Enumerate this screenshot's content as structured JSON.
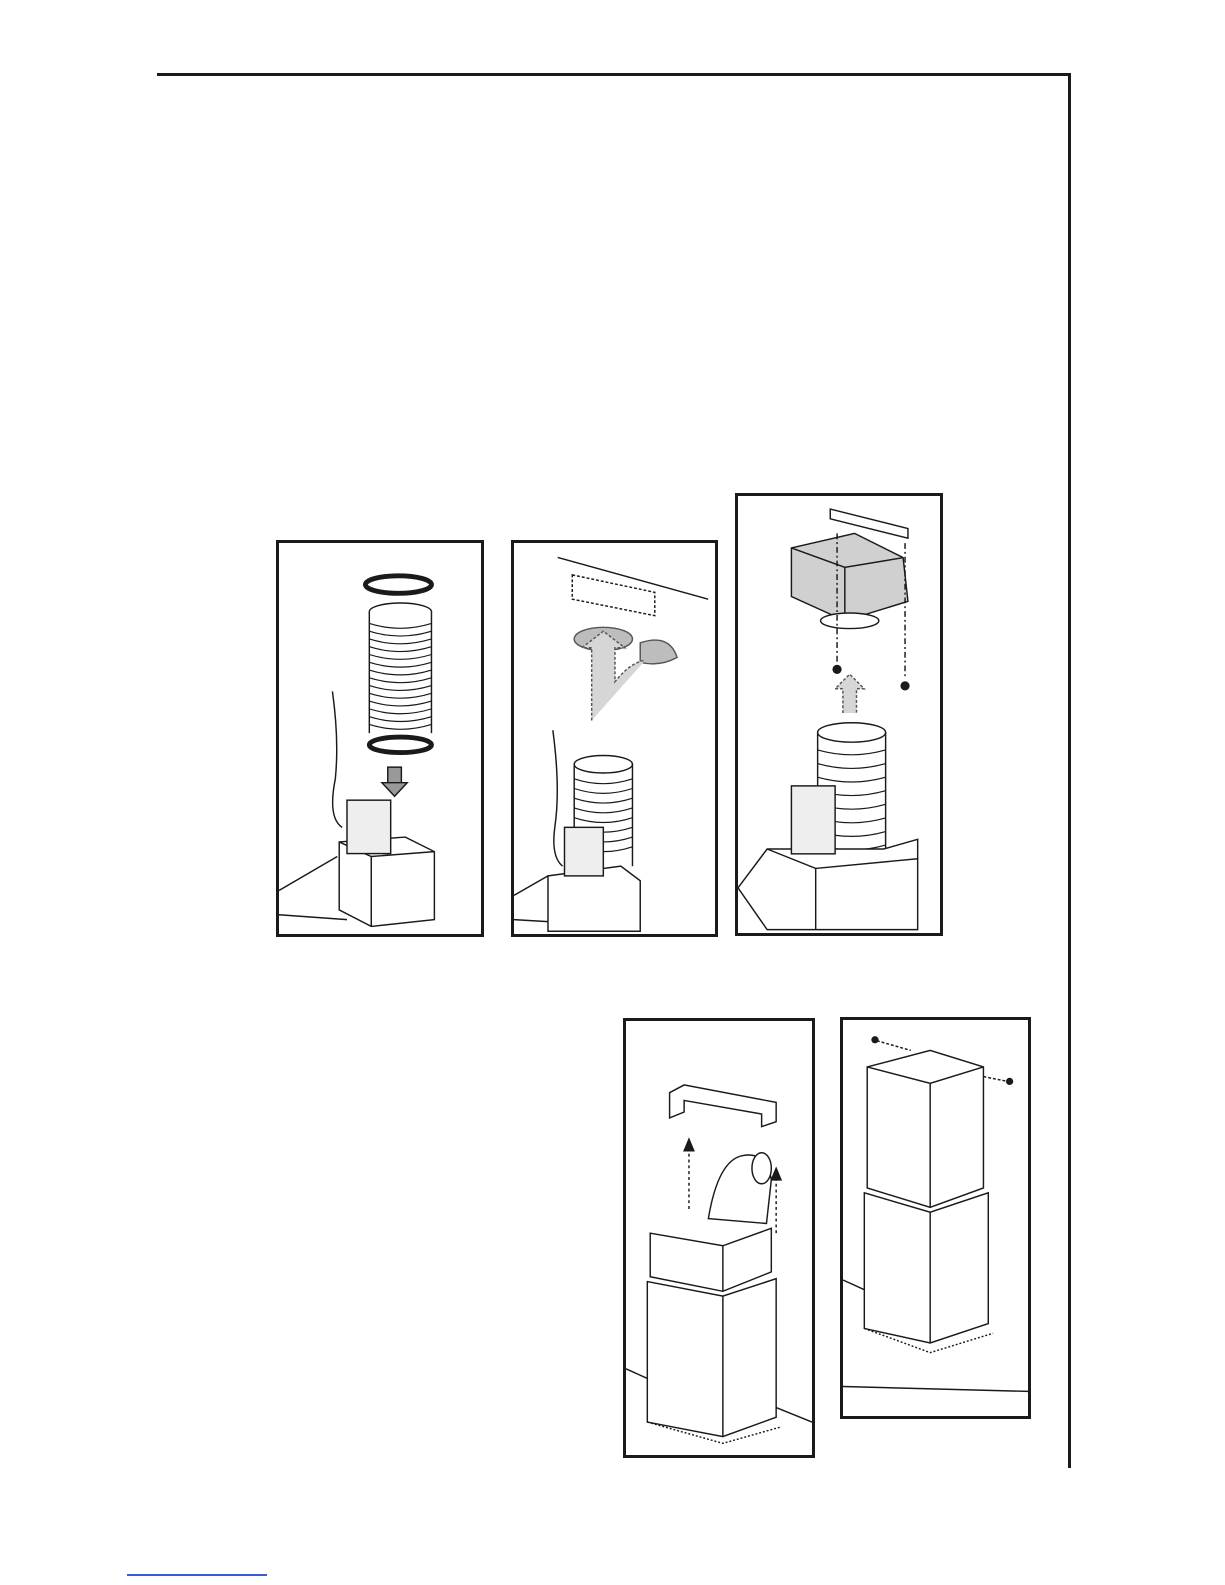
{
  "page": {
    "figures": [
      {
        "name": "flexible-duct-with-clamps"
      },
      {
        "name": "duct-routed-to-ceiling-bracket"
      },
      {
        "name": "adapter-mounted-on-bracket"
      },
      {
        "name": "upper-chimney-with-bracket"
      },
      {
        "name": "chimney-fixed-with-screws"
      }
    ],
    "colors": {
      "line": "#1a1a1a",
      "shade": "#cfcfcf",
      "dotted": "#555555"
    }
  }
}
